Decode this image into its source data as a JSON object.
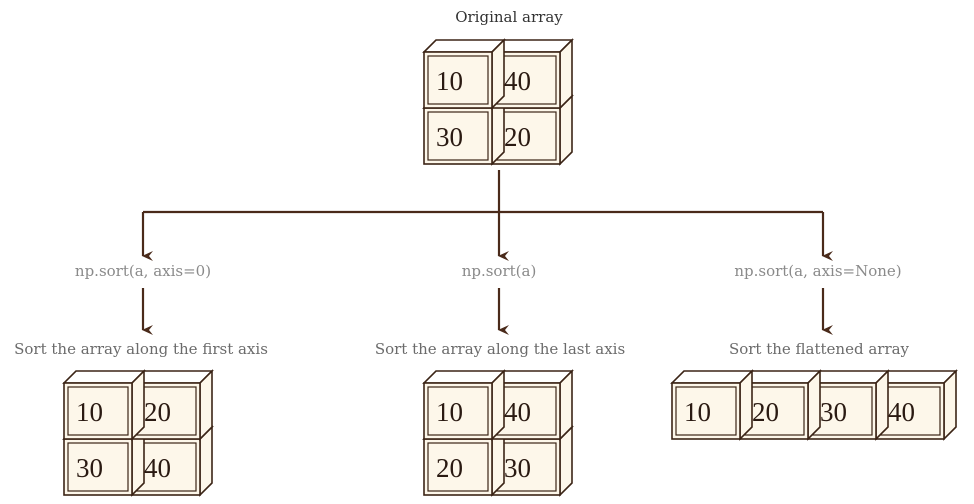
{
  "original": {
    "title": "Original array",
    "values": [
      [
        10,
        40
      ],
      [
        30,
        20
      ]
    ]
  },
  "branches": [
    {
      "call": "np.sort(a, axis=0)",
      "description": "Sort the array along the first axis",
      "values": [
        [
          10,
          20
        ],
        [
          30,
          40
        ]
      ]
    },
    {
      "call": "np.sort(a)",
      "description": "Sort the array along the last axis",
      "values": [
        [
          10,
          40
        ],
        [
          20,
          30
        ]
      ]
    },
    {
      "call": "np.sort(a, axis=None)",
      "description": "Sort the flattened array",
      "values": [
        [
          10,
          20,
          30,
          40
        ]
      ]
    }
  ],
  "colors": {
    "stroke": "#3b2416",
    "cube_face": "#fdf7ea",
    "connector": "#4a2a1a"
  }
}
